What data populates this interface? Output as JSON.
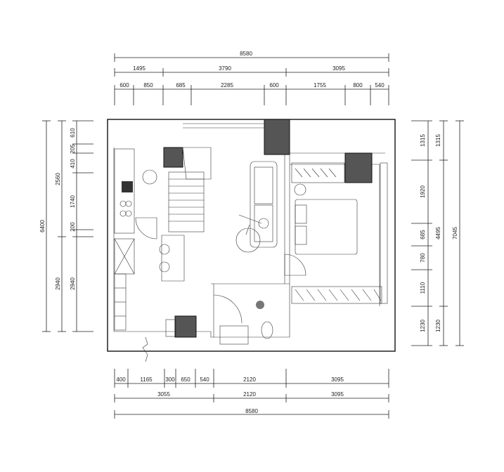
{
  "dimensions": {
    "top_total": "8580",
    "top_mid": [
      "1495",
      "3790",
      "3095"
    ],
    "top_detail": [
      "600",
      "850",
      "685",
      "2285",
      "600",
      "1755",
      "800",
      "540"
    ],
    "bottom_detail": [
      "400",
      "1165",
      "300",
      "650",
      "540",
      "2120",
      "3095"
    ],
    "bottom_mid": [
      "3055",
      "2120",
      "3095"
    ],
    "bottom_total": "8580",
    "left_total": "6400",
    "left_mid": [
      "2560",
      "2940"
    ],
    "left_detail": [
      "610",
      "205",
      "410",
      "1740",
      "200",
      "2940"
    ],
    "right_detail": [
      "1315",
      "1920",
      "685",
      "780",
      "1110",
      "1230"
    ],
    "right_mid": [
      "1315",
      "4495",
      "1230"
    ],
    "right_total": "7045"
  },
  "colors": {
    "line": "#111111",
    "column_fill": "#555555",
    "hatch": "#444444"
  }
}
